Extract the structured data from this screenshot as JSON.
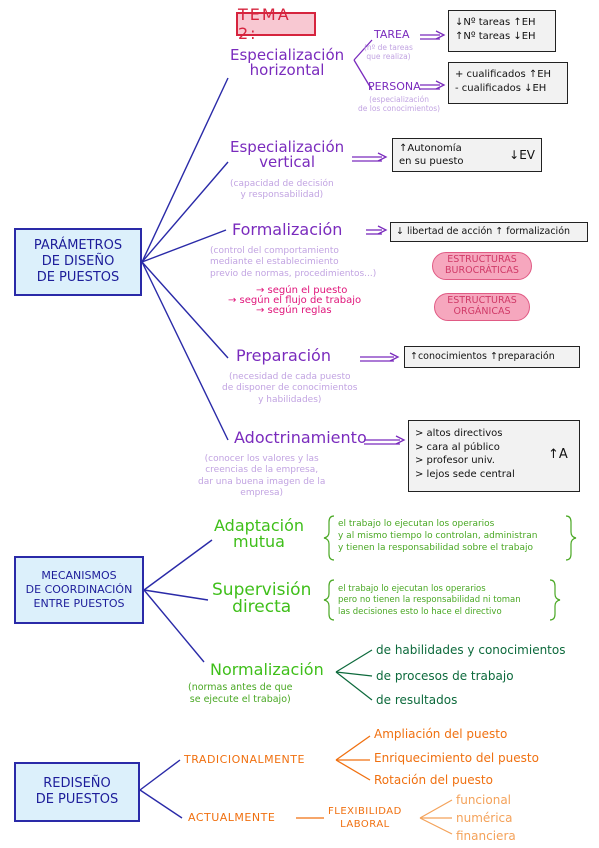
{
  "title": "TEMA 2:",
  "sections": {
    "parametros": {
      "label": [
        "PARÁMETROS",
        "DE DISEÑO",
        "DE PUESTOS"
      ],
      "especializacion_horizontal": {
        "name": [
          "Especialización",
          "horizontal"
        ],
        "tarea": {
          "label": "TAREA",
          "note": [
            "(nº de tareas",
            "que realiza)"
          ],
          "box": [
            "↓Nº tareas ↑EH",
            "↑Nº tareas ↓EH"
          ]
        },
        "persona": {
          "label": "PERSONA",
          "note": [
            "(especialización",
            "de los conocimientos)"
          ],
          "box": [
            "+ cualificados ↑EH",
            "- cualificados ↓EH"
          ]
        }
      },
      "especializacion_vertical": {
        "name": [
          "Especialización",
          "vertical"
        ],
        "note": [
          "(capacidad de decisión",
          "y responsabilidad)"
        ],
        "box_left": [
          "↑Autonomía",
          "en su puesto"
        ],
        "box_right": "↓EV"
      },
      "formalizacion": {
        "name": "Formalización",
        "box": "↓ libertad de acción ↑ formalización",
        "note": [
          "(control del comportamiento",
          "mediante el establecimiento",
          "previo de normas, procedimientos...)"
        ],
        "items": [
          "→ según el puesto",
          "→ según el flujo de trabajo",
          "→ según reglas"
        ],
        "pills": [
          [
            "ESTRUCTURAS",
            "BUROCRÁTICAS"
          ],
          [
            "ESTRUCTURAS",
            "ORGÁNICAS"
          ]
        ]
      },
      "preparacion": {
        "name": "Preparación",
        "note": [
          "(necesidad de cada puesto",
          "de disponer de conocimientos",
          "y habilidades)"
        ],
        "box": "↑conocimientos ↑preparación"
      },
      "adoctrinamiento": {
        "name": "Adoctrinamiento",
        "note": [
          "(conocer los valores y las",
          "creencias de la empresa,",
          "dar una buena imagen de la",
          "empresa)"
        ],
        "box": [
          "> altos directivos",
          "> cara al público",
          "> profesor univ.",
          "> lejos sede central"
        ],
        "box_right": "↑A"
      }
    },
    "mecanismos": {
      "label": [
        "MECANISMOS",
        "DE COORDINACIÓN",
        "ENTRE PUESTOS"
      ],
      "adaptacion": {
        "name": [
          "Adaptación",
          "mutua"
        ],
        "desc": [
          "el trabajo lo ejecutan los operarios",
          "y al mismo tiempo lo controlan, administran",
          "y tienen la responsabilidad sobre el trabajo"
        ]
      },
      "supervision": {
        "name": [
          "Supervisión",
          "directa"
        ],
        "desc": [
          "el trabajo lo ejecutan los operarios",
          "pero no tienen la responsabilidad ni toman",
          "las decisiones esto lo hace el directivo"
        ]
      },
      "normalizacion": {
        "name": "Normalización",
        "note": [
          "(normas antes de que",
          "se ejecute el trabajo)"
        ],
        "items": [
          "de habilidades y conocimientos",
          "de procesos de trabajo",
          "de resultados"
        ]
      }
    },
    "rediseno": {
      "label": [
        "REDISEÑO",
        "DE PUESTOS"
      ],
      "tradicional": {
        "name": "TRADICIONALMENTE",
        "items": [
          "Ampliación del puesto",
          "Enriquecimiento del puesto",
          "Rotación del puesto"
        ]
      },
      "actual": {
        "name": "ACTUALMENTE",
        "flex": [
          "FLEXIBILIDAD",
          "LABORAL"
        ],
        "items": [
          "funcional",
          "numérica",
          "financiera"
        ]
      }
    }
  }
}
